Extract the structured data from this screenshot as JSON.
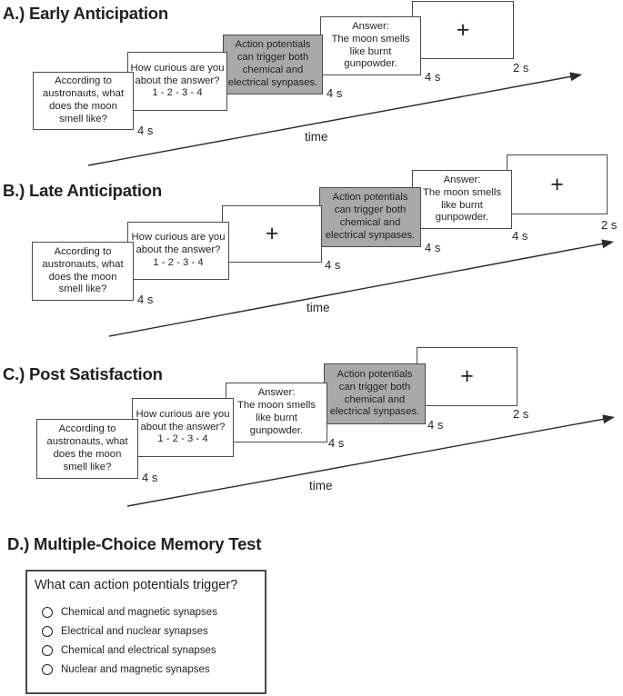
{
  "colors": {
    "fact_box_fill": "#a9a9a9",
    "box_border": "#4a4a4a",
    "text": "#231f20",
    "arrow": "#2b2b2b"
  },
  "panels": {
    "a": {
      "title": "A.) Early Anticipation",
      "time_label": "time",
      "question": {
        "text": "According to\naustronauts, what\ndoes the moon\nsmell like?",
        "duration": "4 s"
      },
      "curiosity": {
        "text": "How curious are you\nabout the answer?\n1 - 2 - 3 - 4"
      },
      "fact": {
        "text": "Action potentials\ncan trigger both\nchemical and\nelectrical synpases.",
        "duration": "4 s"
      },
      "answer": {
        "text": "Answer:\nThe moon smells\nlike burnt\ngunpowder.",
        "duration": "4 s"
      },
      "fixation": {
        "symbol": "+",
        "duration": "2 s"
      }
    },
    "b": {
      "title": "B.) Late Anticipation",
      "time_label": "time",
      "question": {
        "text": "According to\naustronauts, what\ndoes the moon\nsmell like?",
        "duration": "4 s"
      },
      "curiosity": {
        "text": "How curious are you\nabout the answer?\n1 - 2 - 3 - 4"
      },
      "fixation1": {
        "symbol": "+",
        "duration": "4 s"
      },
      "fact": {
        "text": "Action potentials\ncan trigger both\nchemical and\nelectrical synpases.",
        "duration": "4 s"
      },
      "answer": {
        "text": "Answer:\nThe moon smells\nlike burnt\ngunpowder.",
        "duration": "4 s"
      },
      "fixation2": {
        "symbol": "+",
        "duration": "2 s"
      }
    },
    "c": {
      "title": "C.) Post Satisfaction",
      "time_label": "time",
      "question": {
        "text": "According to\naustronauts, what\ndoes the moon\nsmell like?",
        "duration": "4 s"
      },
      "curiosity": {
        "text": "How curious are you\nabout the answer?\n1 - 2 - 3 - 4"
      },
      "answer": {
        "text": "Answer:\nThe moon smells\nlike burnt\ngunpowder.",
        "duration": "4 s"
      },
      "fact": {
        "text": "Action potentials\ncan trigger both\nchemical and\nelectrical synpases.",
        "duration": "4 s"
      },
      "fixation": {
        "symbol": "+",
        "duration": "2 s"
      }
    },
    "d": {
      "title": "D.) Multiple-Choice Memory Test",
      "question": "What can action potentials trigger?",
      "options": [
        "Chemical and magnetic synapses",
        "Electrical and nuclear synapses",
        "Chemical and electrical synapses",
        "Nuclear and magnetic synapses"
      ]
    }
  }
}
